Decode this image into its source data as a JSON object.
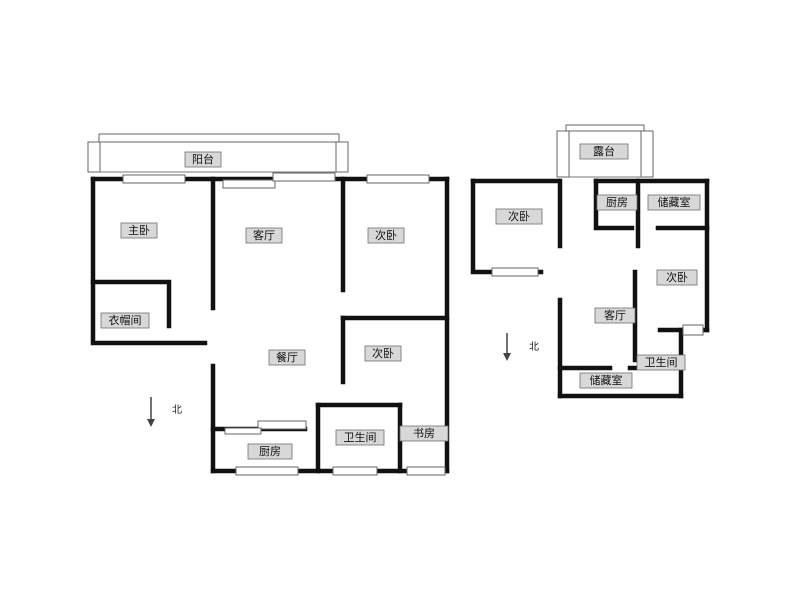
{
  "plan_a": {
    "rooms": {
      "balcony": "阳台",
      "master_bedroom": "主卧",
      "living_room": "客厅",
      "second_bedroom_ne": "次卧",
      "walk_in_closet": "衣帽间",
      "dining_room": "餐厅",
      "second_bedroom_se": "次卧",
      "kitchen": "厨房",
      "bathroom": "卫生间",
      "study": "书房"
    },
    "north_label": "北"
  },
  "plan_b": {
    "rooms": {
      "terrace": "露台",
      "second_bedroom_w": "次卧",
      "kitchen": "厨房",
      "storage_top": "储藏室",
      "second_bedroom_e": "次卧",
      "living_room": "客厅",
      "bathroom": "卫生间",
      "storage_bottom": "储藏室"
    },
    "north_label": "北"
  }
}
